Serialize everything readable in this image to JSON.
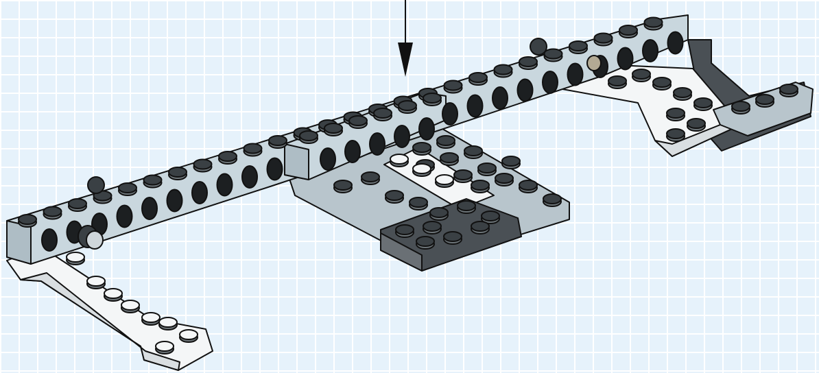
{
  "diagram": {
    "kind": "lego-technic-build-step",
    "style": "isometric-instruction",
    "background": {
      "color": "#e6f2fb",
      "grid_color": "#ffffff"
    },
    "colors": {
      "beam_top": "#c9d7de",
      "beam_side": "#aebdc5",
      "plate_white": "#f4f6f7",
      "plate_light_gray": "#b8c5cc",
      "plate_dark_gray": "#4a5055",
      "stud_dark": "#3a4044",
      "pin_tan": "#b3aa94",
      "arrow": "#111111"
    },
    "parts": [
      {
        "name": "technic-beam-long",
        "color": "light-bluish-gray"
      },
      {
        "name": "technic-beam-mid",
        "color": "light-bluish-gray"
      },
      {
        "name": "center-plate-assembly",
        "color": "gray"
      },
      {
        "name": "dark-plate",
        "color": "dark-bluish-gray"
      },
      {
        "name": "left-white-plates",
        "color": "white"
      },
      {
        "name": "right-wedge-plates",
        "color": "white"
      },
      {
        "name": "right-dark-plates",
        "color": "dark-bluish-gray"
      },
      {
        "name": "pins",
        "color": "black"
      },
      {
        "name": "axle-pin",
        "color": "tan"
      }
    ],
    "callout": {
      "type": "arrow",
      "direction": "down",
      "target": "beam-stud"
    }
  }
}
